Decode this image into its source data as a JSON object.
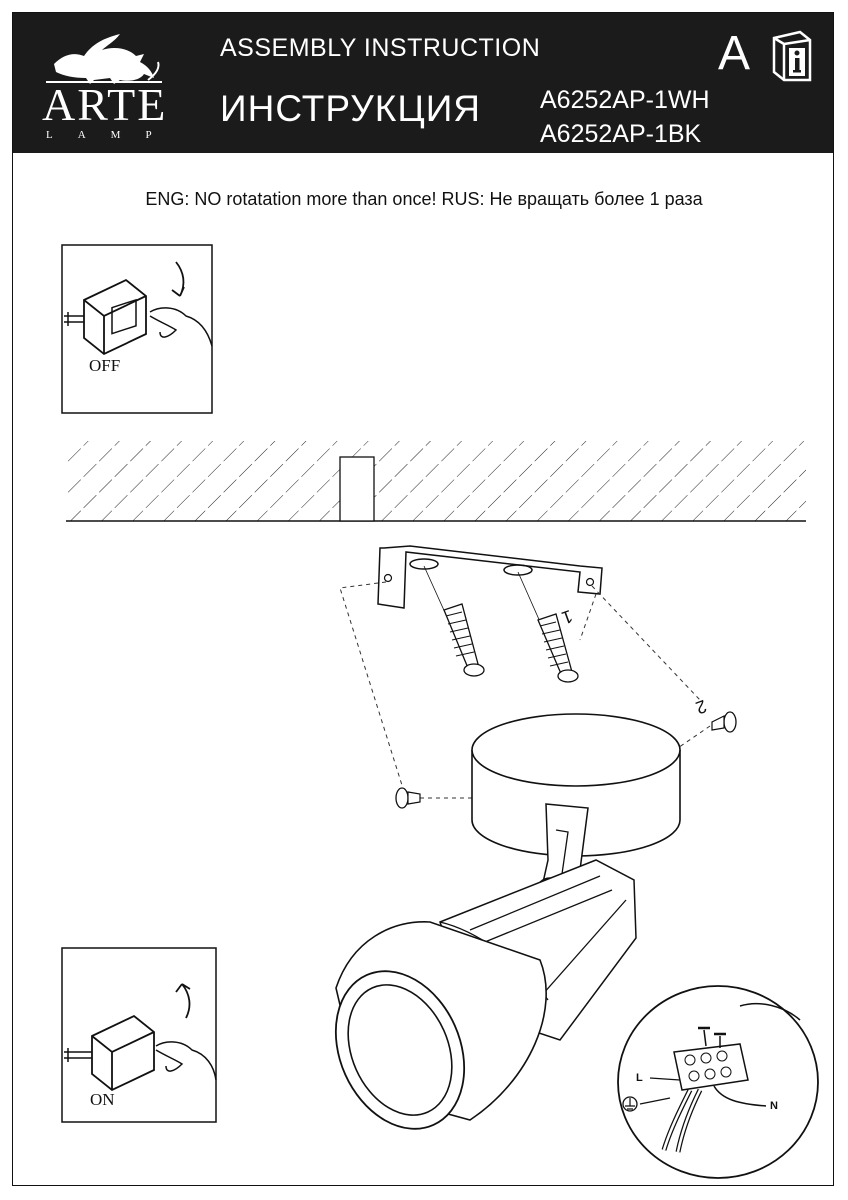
{
  "header": {
    "brand": "ARTE",
    "brand_sub": "LAMP",
    "title_en": "ASSEMBLY  INSTRUCTION",
    "title_ru": "ИНСТРУКЦИЯ",
    "models": [
      "A6252AP-1WH",
      "A6252AP-1BK"
    ],
    "language_letter": "A",
    "info_icon": "info-book-icon"
  },
  "warning": "ENG: NO rotatation more than once! RUS: Не вращать более 1 раза",
  "switch_off_label": "OFF",
  "switch_on_label": "ON",
  "steps": [
    "1",
    "2"
  ],
  "wiring": {
    "live_label": "L",
    "neutral_label": "N",
    "ground_icon": "ground-icon"
  }
}
